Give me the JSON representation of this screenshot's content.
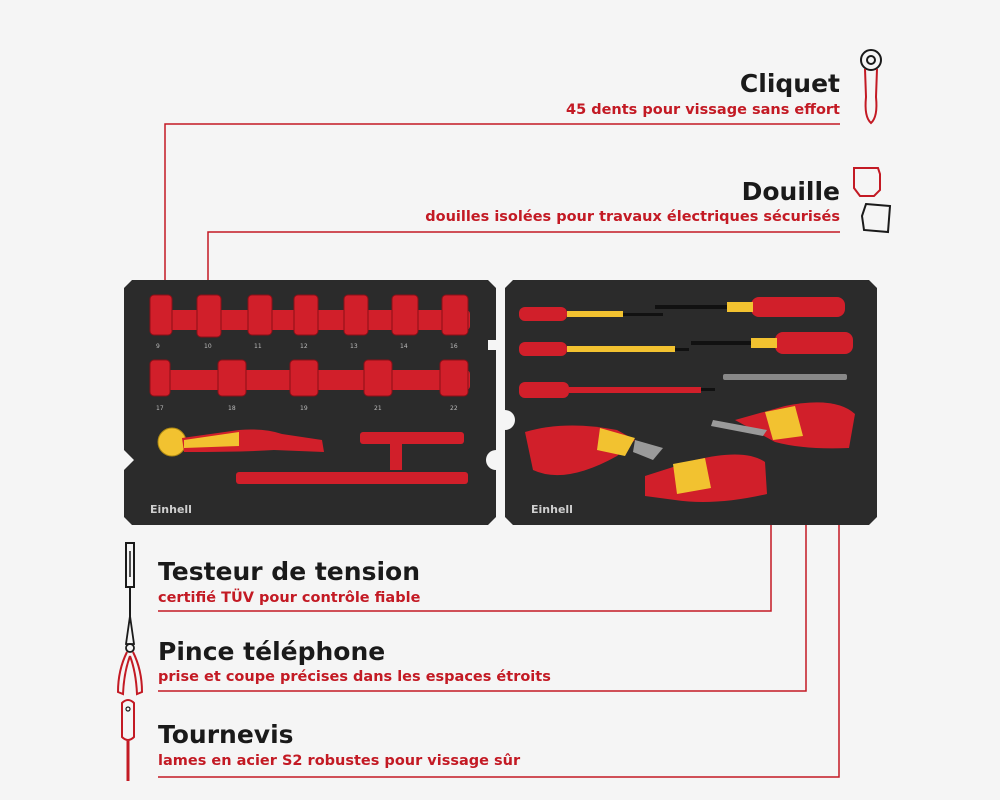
{
  "features": [
    {
      "id": "cliquet",
      "title": "Cliquet",
      "subtitle": "45 dents pour vissage sans effort",
      "icon": "ratchet-icon"
    },
    {
      "id": "douille",
      "title": "Douille",
      "subtitle": "douilles isolées pour travaux électriques sécurisés",
      "icon": "socket-icon"
    },
    {
      "id": "testeur",
      "title": "Testeur de tension",
      "subtitle": "certifié TÜV pour contrôle fiable",
      "icon": "voltage-tester-icon"
    },
    {
      "id": "pince",
      "title": "Pince téléphone",
      "subtitle": "prise et coupe précises dans les espaces étroits",
      "icon": "pliers-icon"
    },
    {
      "id": "tournevis",
      "title": "Tournevis",
      "subtitle": "lames en acier S2 robustes pour vissage sûr",
      "icon": "screwdriver-icon"
    }
  ],
  "brand": "Einhell",
  "socket_sizes_row1": [
    "9",
    "10",
    "11",
    "12",
    "13",
    "14",
    "16"
  ],
  "socket_sizes_row2": [
    "17",
    "18",
    "19",
    "21",
    "22"
  ],
  "colors": {
    "accent": "#c31a24",
    "yellow": "#f2c230",
    "tray": "#2b2b2b"
  }
}
